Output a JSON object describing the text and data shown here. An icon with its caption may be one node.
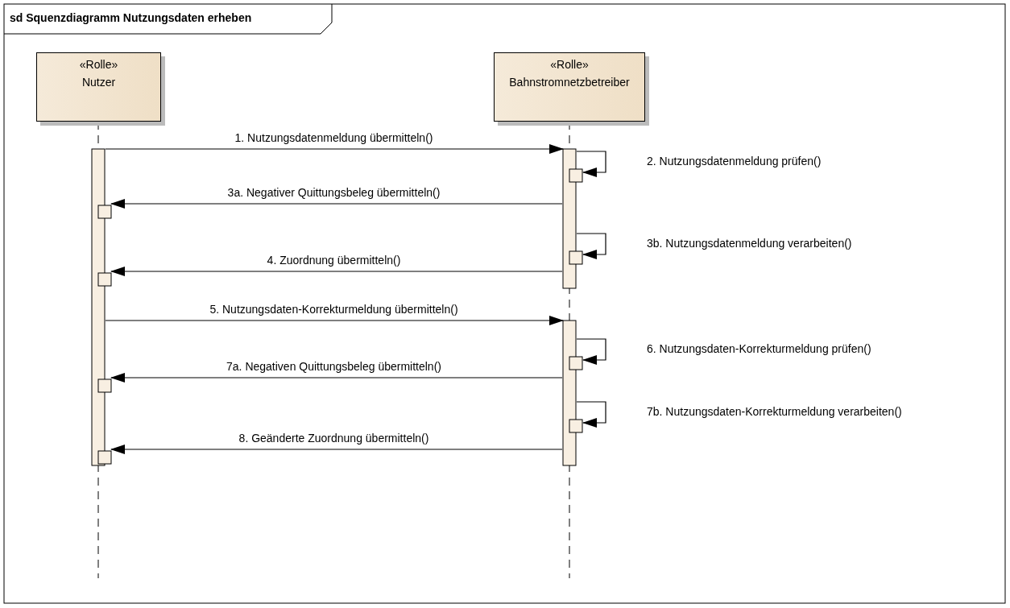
{
  "diagram": {
    "title": "sd Squenzdiagramm Nutzungsdaten erheben",
    "nodes": [
      {
        "text": [
          "«Rolle»",
          "Nutzer"
        ]
      },
      {
        "text": [
          "«Rolle»",
          "Bahnstromnetzbetreiber"
        ]
      }
    ],
    "edges": [
      {
        "from": 0,
        "to": 1,
        "arrow": "to",
        "label": "1. Nutzungsdatenmeldung übermitteln()"
      },
      {
        "from": 1,
        "to": 1,
        "arrow": "to",
        "label": "2. Nutzungsdatenmeldung prüfen()"
      },
      {
        "from": 1,
        "to": 0,
        "arrow": "to",
        "label": "3a. Negativer Quittungsbeleg übermitteln()"
      },
      {
        "from": 1,
        "to": 1,
        "arrow": "to",
        "label": "3b. Nutzungsdatenmeldung verarbeiten()"
      },
      {
        "from": 1,
        "to": 0,
        "arrow": "to",
        "label": "4. Zuordnung übermitteln()"
      },
      {
        "from": 0,
        "to": 1,
        "arrow": "to",
        "label": "5. Nutzungsdaten-Korrekturmeldung übermitteln()"
      },
      {
        "from": 1,
        "to": 1,
        "arrow": "to",
        "label": "6. Nutzungsdaten-Korrekturmeldung prüfen()"
      },
      {
        "from": 1,
        "to": 0,
        "arrow": "to",
        "label": "7a. Negativen Quittungsbeleg übermitteln()"
      },
      {
        "from": 1,
        "to": 1,
        "arrow": "to",
        "label": "7b. Nutzungsdaten-Korrekturmeldung verarbeiten()"
      },
      {
        "from": 1,
        "to": 0,
        "arrow": "to",
        "label": "8. Geänderte Zuordnung übermitteln()"
      }
    ]
  }
}
